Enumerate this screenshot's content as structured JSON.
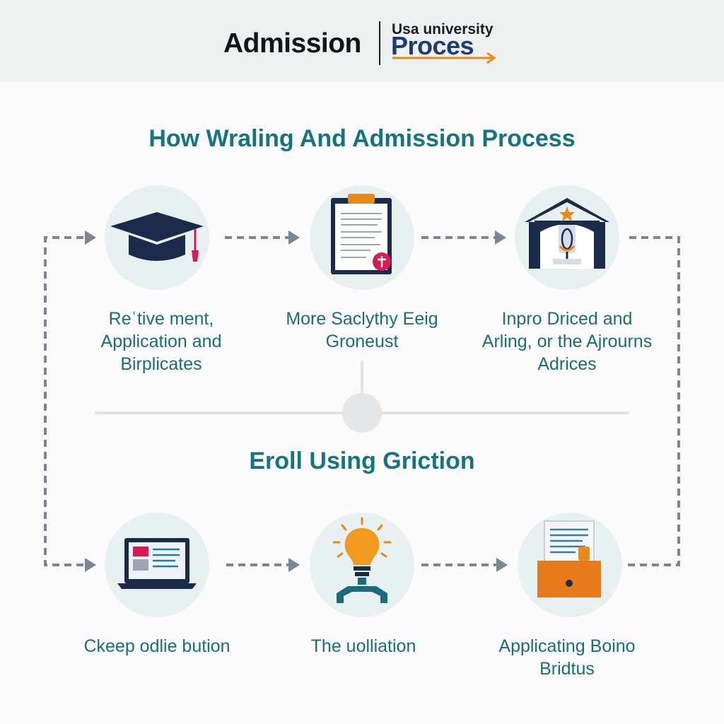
{
  "header": {
    "brand_left": "Admission",
    "brand_sub": "Usa university",
    "brand_main": "Proces"
  },
  "title": "How Wraling And Admission Process",
  "mid_title": "Eroll Using Griction",
  "steps": [
    {
      "icon": "graduation-cap-icon",
      "label": "Reʿtive ment, Application and Birplicates"
    },
    {
      "icon": "clipboard-document-icon",
      "label": "More Saclythy Eeig Groneust"
    },
    {
      "icon": "university-building-icon",
      "label": "Inpro Driced and Arling, or the Ajrourns Adrices"
    },
    {
      "icon": "laptop-icon",
      "label": "Ckeep odlie bution"
    },
    {
      "icon": "lightbulb-icon",
      "label": "The uolliation"
    },
    {
      "icon": "document-folder-icon",
      "label": "Applicating Boino Bridtus"
    }
  ],
  "colors": {
    "title": "#157482",
    "brand_main": "#1b3d73",
    "accent_orange": "#e8891c",
    "accent_pink": "#d81b55",
    "connector": "#7b8594",
    "navy": "#1c2b4a"
  }
}
